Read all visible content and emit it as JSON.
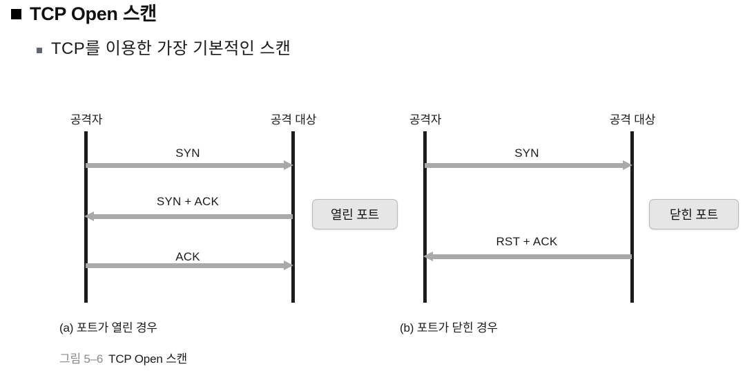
{
  "slide": {
    "heading": "TCP Open 스캔",
    "subheading": "TCP를 이용한 가장 기본적인 스캔"
  },
  "figure": {
    "caption_number": "그림 5–6",
    "caption_title": "TCP Open 스캔",
    "colors": {
      "lifeline": "#1c1c1c",
      "arrow": "#a9a9a9",
      "badge_fill": "#e6e6e6",
      "badge_border": "#b9b9b9",
      "text": "#1a1a1a",
      "caption_number": "#8a8a8a"
    },
    "diagrams": [
      {
        "id": "open-port",
        "caption": "(a) 포트가 열린 경우",
        "actor_left": "공격자",
        "actor_right": "공격 대상",
        "badge": "열린 포트",
        "messages": [
          {
            "label": "SYN",
            "direction": "right"
          },
          {
            "label": "SYN + ACK",
            "direction": "left"
          },
          {
            "label": "ACK",
            "direction": "right"
          }
        ]
      },
      {
        "id": "closed-port",
        "caption": "(b) 포트가 닫힌 경우",
        "actor_left": "공격자",
        "actor_right": "공격 대상",
        "badge": "닫힌 포트",
        "messages": [
          {
            "label": "SYN",
            "direction": "right"
          },
          {
            "label": "RST + ACK",
            "direction": "left"
          }
        ]
      }
    ]
  }
}
